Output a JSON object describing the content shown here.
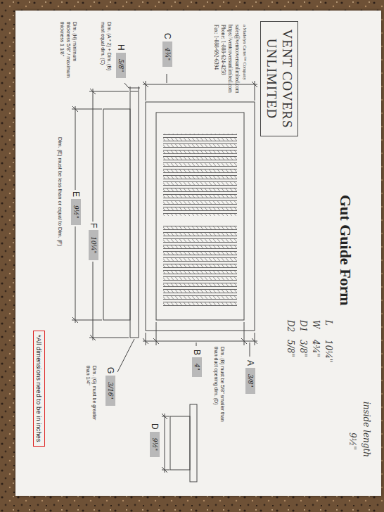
{
  "diagram": {
    "title": "Gut Guide Form",
    "nodes": [
      {
        "text": [
          "VENT COVERS UNLIMITED"
        ]
      },
      {
        "text": [
          "C",
          "4¾\""
        ]
      },
      {
        "text": [
          "H",
          "5/8\""
        ]
      },
      {
        "text": [
          "F",
          "10¼\""
        ]
      },
      {
        "text": [
          "E",
          "9½\""
        ]
      },
      {
        "text": [
          "A",
          "3/8\""
        ]
      },
      {
        "text": [
          "B",
          "4\""
        ]
      },
      {
        "text": [
          "G",
          "3/16\""
        ]
      },
      {
        "text": [
          "D",
          "9½\""
        ]
      },
      {
        "text": [
          "*All dimensions need to be in inches"
        ]
      }
    ],
    "labels": [
      "a Madelyn Carter™ Company",
      "sales@ventcoversunlimited.com",
      "https://ventcoversunlimited.com",
      "Phone: 1-888-624-4258",
      "Fax: 1-888-692-6394",
      "Dim. (A * 2) + Dim. (B) must equal dim. (C)",
      "Dim. (H) minimum thickness 5/8\" / maximum thickness 1 1/8\"",
      "Dim. (E) must be less than or equal to Dim. (F)",
      "Dim. (B) must be 5/8\" smaller than than duct opening dim. (D)",
      "Dim. (G) must be greater than 1/4\"",
      "L",
      "10¼\"",
      "W",
      "4¾\"",
      "D1",
      "3/8\"",
      "D2",
      "5/8\"",
      "inside length",
      "9½\""
    ]
  }
}
